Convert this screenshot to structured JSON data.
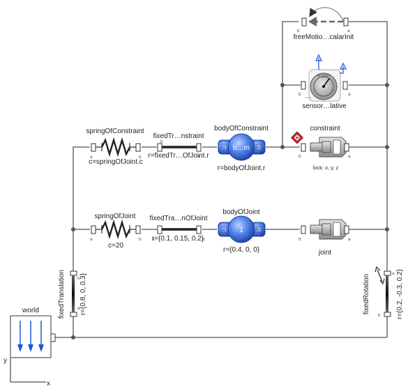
{
  "components": {
    "world": {
      "name": "world",
      "axis_x": "x",
      "axis_y": "y"
    },
    "freeMotion": {
      "name": "freeMotio…calarInit",
      "port_b": "b",
      "port_a": "a"
    },
    "sensor": {
      "name": "sensor…lative",
      "gauge": "angles",
      "port_b": "b",
      "port_a": "a",
      "dots": "⋯"
    },
    "springOfConstraint": {
      "name": "springOfConstraint",
      "param": "c=springOfJoint.c",
      "port_a": "a",
      "port_b": "b"
    },
    "fixedTransConstraint": {
      "name": "fixedTr…nstraint",
      "param": "r=fixedTr…OfJoint.r",
      "port_a": "a",
      "port_b": "b"
    },
    "bodyOfConstraint": {
      "name": "bodyOfConstraint",
      "param": "r=bodyOfJoint.r",
      "label": "b…m",
      "port_a": "a",
      "port_b": "b"
    },
    "constraint": {
      "name": "constraint",
      "param": "lock: x, y, z",
      "port_a": "a",
      "port_b": "b"
    },
    "springOfJoint": {
      "name": "springOfJoint",
      "param": "c=20",
      "port_a": "a",
      "port_b": "b"
    },
    "fixedTransJoint": {
      "name": "fixedTra…nOfJoint",
      "param": "r={0.1, 0.15, 0.2}",
      "port_a": "a",
      "port_b": "b"
    },
    "bodyOfJoint": {
      "name": "bodyOfJoint",
      "param": "r={0.4, 0, 0}",
      "label": "1",
      "port_a": "a",
      "port_b": "b"
    },
    "joint": {
      "name": "joint",
      "port_a": "a",
      "port_b": "b"
    },
    "fixedTranslation": {
      "name": "fixedTranslation",
      "param": "r={0.8, 0, 0.3}",
      "port_a": "a",
      "port_b": "b"
    },
    "fixedRotation": {
      "name": "fixedRotation",
      "param": "r={0.2, -0.3, 0.2}",
      "port_a": "a",
      "port_b": "b"
    }
  },
  "colors": {
    "wire": "#555555",
    "body_blue": "#3a6fd8",
    "sensor_blue": "#1a55d8",
    "constraint_red": "#c8283c",
    "joint_gray": "#9a9a9a"
  }
}
